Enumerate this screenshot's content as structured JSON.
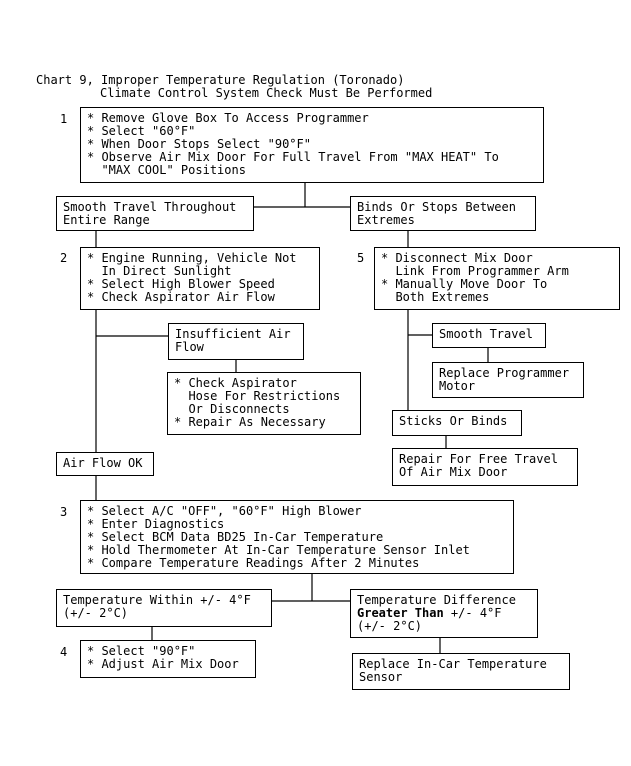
{
  "title": {
    "line1": "Chart 9, Improper Temperature Regulation (Toronado)",
    "line2": "Climate Control System Check Must Be Performed"
  },
  "steps": {
    "s1": {
      "num": "1",
      "items": [
        "* Remove Glove Box To Access Programmer",
        "* Select \"60°F\"",
        "* When Door Stops Select \"90°F\"",
        "* Observe Air Mix Door For Full Travel From \"MAX HEAT\" To",
        "  \"MAX COOL\" Positions"
      ]
    },
    "s2": {
      "num": "2",
      "items": [
        "* Engine Running, Vehicle Not",
        "  In Direct Sunlight",
        "* Select High Blower Speed",
        "* Check Aspirator Air Flow"
      ]
    },
    "s3": {
      "num": "3",
      "items": [
        "* Select A/C \"OFF\", \"60°F\" High Blower",
        "* Enter Diagnostics",
        "* Select BCM Data BD25 In-Car Temperature",
        "* Hold Thermometer At In-Car Temperature Sensor Inlet",
        "* Compare Temperature Readings After 2 Minutes"
      ]
    },
    "s4": {
      "num": "4",
      "items": [
        "* Select \"90°F\"",
        "* Adjust Air Mix Door"
      ]
    },
    "s5": {
      "num": "5",
      "items": [
        "* Disconnect Mix Door",
        "  Link From Programmer Arm",
        "* Manually Move Door To",
        "  Both Extremes"
      ]
    }
  },
  "boxes": {
    "smooth_range": "Smooth Travel Throughout\nEntire Range",
    "binds_stops": "Binds Or Stops Between\nExtremes",
    "insufficient": "Insufficient Air\nFlow",
    "aspirator": [
      "* Check Aspirator",
      "  Hose For Restrictions",
      "  Or Disconnects",
      "* Repair As Necessary"
    ],
    "airflow_ok": "Air Flow OK",
    "smooth_travel": "Smooth Travel",
    "replace_programmer": "Replace Programmer\nMotor",
    "sticks_binds": "Sticks Or Binds",
    "repair_free": "Repair For Free Travel\nOf Air Mix Door",
    "temp_within": "Temperature Within +/- 4°F\n(+/- 2°C)",
    "temp_diff_l1": "Temperature Difference",
    "temp_diff_bold": "Greater Than",
    "temp_diff_l2_rest": " +/- 4°F",
    "temp_diff_l3": "(+/- 2°C)",
    "replace_sensor": "Replace In-Car Temperature\nSensor"
  }
}
